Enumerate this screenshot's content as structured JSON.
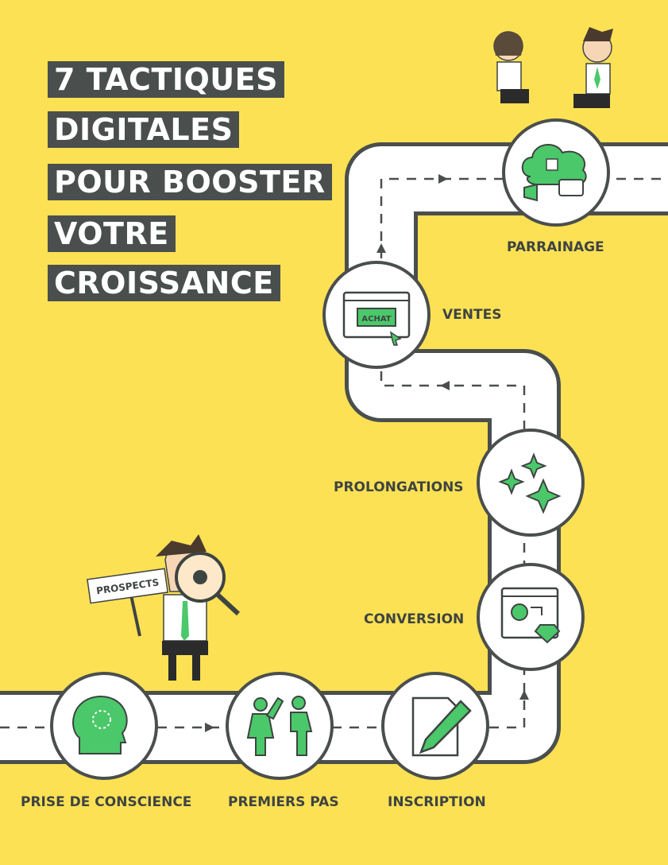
{
  "title_lines": [
    "7 TACTIQUES",
    "DIGITALES",
    "POUR BOOSTER",
    "VOTRE",
    "CROISSANCE"
  ],
  "steps": [
    {
      "label": "PRISE DE CONSCIENCE",
      "icon": "head-icon"
    },
    {
      "label": "PREMIERS PAS",
      "icon": "high-five-icon"
    },
    {
      "label": "INSCRIPTION",
      "icon": "pencil-paper-icon"
    },
    {
      "label": "CONVERSION",
      "icon": "payment-icon"
    },
    {
      "label": "PROLONGATIONS",
      "icon": "sparkles-icon"
    },
    {
      "label": "VENTES",
      "icon": "purchase-window-icon"
    },
    {
      "label": "PARRAINAGE",
      "icon": "social-cloud-icon"
    }
  ],
  "purchase_button_text": "ACHAT",
  "prospect_sign_text": "PROSPECTS",
  "colors": {
    "background": "#fde154",
    "road": "#ffffff",
    "road_edge": "#4a4f4d",
    "accent": "#4bc86a",
    "title_bg": "#4a4f4d"
  }
}
